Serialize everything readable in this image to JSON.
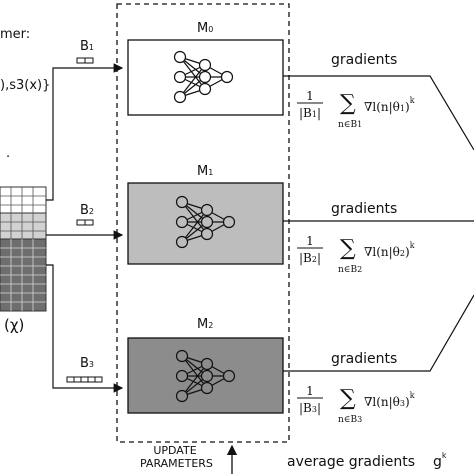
{
  "left_panel": {
    "former_fragment": "mer:",
    "functions_fragment": "),s3(x)}",
    "dot": ".",
    "chi_label": "(χ)"
  },
  "batches": [
    {
      "label": "B",
      "sub": "1"
    },
    {
      "label": "B",
      "sub": "2"
    },
    {
      "label": "B",
      "sub": "3"
    }
  ],
  "models": [
    {
      "label": "M",
      "sub": "0"
    },
    {
      "label": "M",
      "sub": "1"
    },
    {
      "label": "M",
      "sub": "2"
    }
  ],
  "gradients_label": "gradients",
  "formula": {
    "numerator": "1",
    "set": "B",
    "sum_symbol": "∑",
    "sum_index": "n∈B",
    "term": "∇l(n|θ",
    "term_close": ")",
    "superscript": "k"
  },
  "update_params": {
    "line1": "UPDATE",
    "line2": "PARAMETERS"
  },
  "average": {
    "label": "average gradients",
    "symbol": "g",
    "superscript": "k"
  },
  "colors": {
    "m0_fill": "#ffffff",
    "m1_fill": "#bdbdbd",
    "m2_fill": "#8c8c8c",
    "line": "#111111"
  }
}
